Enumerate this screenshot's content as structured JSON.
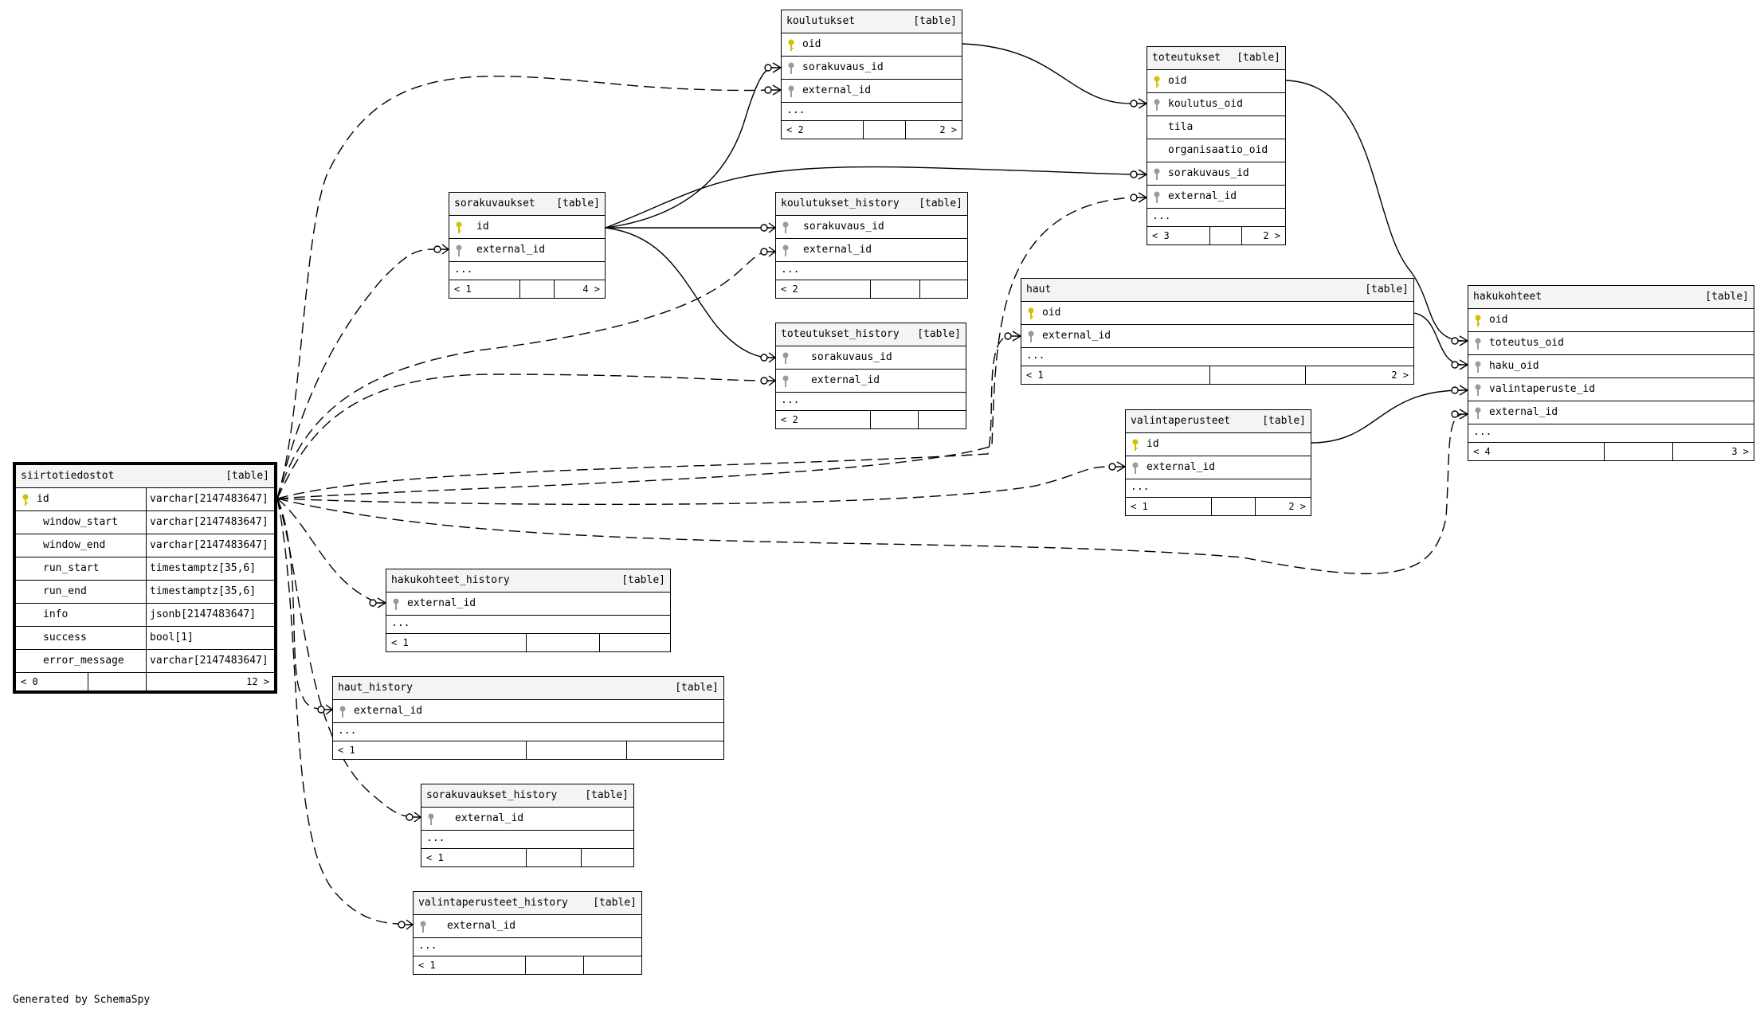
{
  "type_tag": "[table]",
  "more_label": "...",
  "credit": "Generated by SchemaSpy",
  "key_colors": {
    "primary": "#d4c000",
    "foreign": "#9a9a9a"
  },
  "tables": {
    "siirtotiedostot": {
      "name": "siirtotiedostot",
      "columns": [
        {
          "name": "id",
          "type": "varchar[2147483647]",
          "key": "primary"
        },
        {
          "name": "window_start",
          "type": "varchar[2147483647]",
          "key": "none"
        },
        {
          "name": "window_end",
          "type": "varchar[2147483647]",
          "key": "none"
        },
        {
          "name": "run_start",
          "type": "timestamptz[35,6]",
          "key": "none"
        },
        {
          "name": "run_end",
          "type": "timestamptz[35,6]",
          "key": "none"
        },
        {
          "name": "info",
          "type": "jsonb[2147483647]",
          "key": "none"
        },
        {
          "name": "success",
          "type": "bool[1]",
          "key": "none"
        },
        {
          "name": "error_message",
          "type": "varchar[2147483647]",
          "key": "none"
        }
      ],
      "footer_left": "< 0",
      "footer_right": "12 >"
    },
    "koulutukset": {
      "name": "koulutukset",
      "columns": [
        {
          "name": "oid",
          "key": "primary"
        },
        {
          "name": "sorakuvaus_id",
          "key": "foreign"
        },
        {
          "name": "external_id",
          "key": "foreign"
        }
      ],
      "footer_left": "< 2",
      "footer_right": "2 >"
    },
    "toteutukset": {
      "name": "toteutukset",
      "columns": [
        {
          "name": "oid",
          "key": "primary"
        },
        {
          "name": "koulutus_oid",
          "key": "foreign"
        },
        {
          "name": "tila",
          "key": "none"
        },
        {
          "name": "organisaatio_oid",
          "key": "none"
        },
        {
          "name": "sorakuvaus_id",
          "key": "foreign"
        },
        {
          "name": "external_id",
          "key": "foreign"
        }
      ],
      "footer_left": "< 3",
      "footer_right": "2 >"
    },
    "sorakuvaukset": {
      "name": "sorakuvaukset",
      "columns": [
        {
          "name": "id",
          "key": "primary"
        },
        {
          "name": "external_id",
          "key": "foreign"
        }
      ],
      "footer_left": "< 1",
      "footer_right": "4 >"
    },
    "koulutukset_history": {
      "name": "koulutukset_history",
      "columns": [
        {
          "name": "sorakuvaus_id",
          "key": "foreign"
        },
        {
          "name": "external_id",
          "key": "foreign"
        }
      ],
      "footer_left": "< 2",
      "footer_right": ""
    },
    "toteutukset_history": {
      "name": "toteutukset_history",
      "columns": [
        {
          "name": "sorakuvaus_id",
          "key": "foreign"
        },
        {
          "name": "external_id",
          "key": "foreign"
        }
      ],
      "footer_left": "< 2",
      "footer_right": ""
    },
    "haut": {
      "name": "haut",
      "columns": [
        {
          "name": "oid",
          "key": "primary"
        },
        {
          "name": "external_id",
          "key": "foreign"
        }
      ],
      "footer_left": "< 1",
      "footer_right": "2 >"
    },
    "valintaperusteet": {
      "name": "valintaperusteet",
      "columns": [
        {
          "name": "id",
          "key": "primary"
        },
        {
          "name": "external_id",
          "key": "foreign"
        }
      ],
      "footer_left": "< 1",
      "footer_right": "2 >"
    },
    "hakukohteet": {
      "name": "hakukohteet",
      "columns": [
        {
          "name": "oid",
          "key": "primary"
        },
        {
          "name": "toteutus_oid",
          "key": "foreign"
        },
        {
          "name": "haku_oid",
          "key": "foreign"
        },
        {
          "name": "valintaperuste_id",
          "key": "foreign"
        },
        {
          "name": "external_id",
          "key": "foreign"
        }
      ],
      "footer_left": "< 4",
      "footer_right": "3 >"
    },
    "hakukohteet_history": {
      "name": "hakukohteet_history",
      "columns": [
        {
          "name": "external_id",
          "key": "foreign"
        }
      ],
      "footer_left": "< 1",
      "footer_right": ""
    },
    "haut_history": {
      "name": "haut_history",
      "columns": [
        {
          "name": "external_id",
          "key": "foreign"
        }
      ],
      "footer_left": "< 1",
      "footer_right": ""
    },
    "sorakuvaukset_history": {
      "name": "sorakuvaukset_history",
      "columns": [
        {
          "name": "external_id",
          "key": "foreign"
        }
      ],
      "footer_left": "< 1",
      "footer_right": ""
    },
    "valintaperusteet_history": {
      "name": "valintaperusteet_history",
      "columns": [
        {
          "name": "external_id",
          "key": "foreign"
        }
      ],
      "footer_left": "< 1",
      "footer_right": ""
    }
  },
  "relationships": [
    {
      "from": "sorakuvaukset.id",
      "to": "koulutukset.sorakuvaus_id",
      "style": "solid"
    },
    {
      "from": "sorakuvaukset.id",
      "to": "toteutukset.sorakuvaus_id",
      "style": "solid"
    },
    {
      "from": "sorakuvaukset.id",
      "to": "koulutukset_history.sorakuvaus_id",
      "style": "solid"
    },
    {
      "from": "sorakuvaukset.id",
      "to": "toteutukset_history.sorakuvaus_id",
      "style": "solid"
    },
    {
      "from": "koulutukset.oid",
      "to": "toteutukset.koulutus_oid",
      "style": "solid"
    },
    {
      "from": "toteutukset.oid",
      "to": "hakukohteet.toteutus_oid",
      "style": "solid"
    },
    {
      "from": "haut.oid",
      "to": "hakukohteet.haku_oid",
      "style": "solid"
    },
    {
      "from": "valintaperusteet.id",
      "to": "hakukohteet.valintaperuste_id",
      "style": "solid"
    },
    {
      "from": "siirtotiedostot.id",
      "to": "koulutukset.external_id",
      "style": "dashed"
    },
    {
      "from": "siirtotiedostot.id",
      "to": "sorakuvaukset.external_id",
      "style": "dashed"
    },
    {
      "from": "siirtotiedostot.id",
      "to": "koulutukset_history.external_id",
      "style": "dashed"
    },
    {
      "from": "siirtotiedostot.id",
      "to": "toteutukset_history.external_id",
      "style": "dashed"
    },
    {
      "from": "siirtotiedostot.id",
      "to": "toteutukset.external_id",
      "style": "dashed"
    },
    {
      "from": "siirtotiedostot.id",
      "to": "haut.external_id",
      "style": "dashed"
    },
    {
      "from": "siirtotiedostot.id",
      "to": "valintaperusteet.external_id",
      "style": "dashed"
    },
    {
      "from": "siirtotiedostot.id",
      "to": "hakukohteet.external_id",
      "style": "dashed"
    },
    {
      "from": "siirtotiedostot.id",
      "to": "hakukohteet_history.external_id",
      "style": "dashed"
    },
    {
      "from": "siirtotiedostot.id",
      "to": "haut_history.external_id",
      "style": "dashed"
    },
    {
      "from": "siirtotiedostot.id",
      "to": "sorakuvaukset_history.external_id",
      "style": "dashed"
    },
    {
      "from": "siirtotiedostot.id",
      "to": "valintaperusteet_history.external_id",
      "style": "dashed"
    }
  ]
}
